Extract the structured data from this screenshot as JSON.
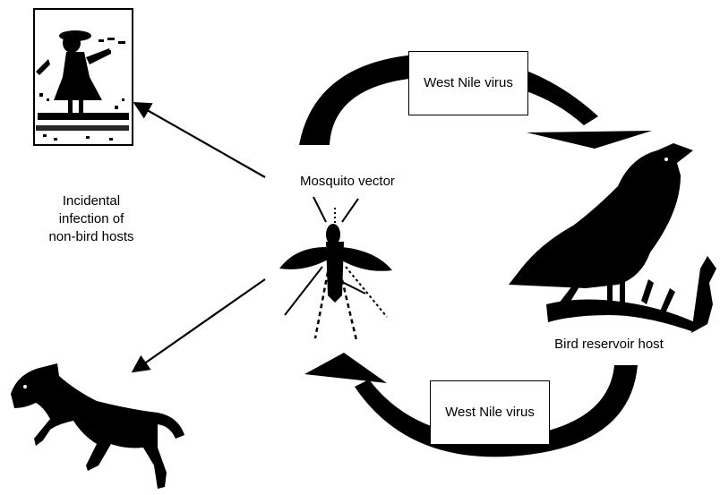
{
  "labels": {
    "mosquito": "Mosquito vector",
    "incidental": "Incidental infection of non-bird hosts",
    "bird": "Bird reservoir host"
  },
  "boxes": {
    "top": "West Nile virus",
    "bottom": "West Nile virus"
  },
  "colors": {
    "ink": "#000000",
    "paper": "#ffffff"
  },
  "icons": [
    "person-silhouette-icon",
    "mosquito-icon",
    "bird-icon",
    "horse-icon"
  ]
}
